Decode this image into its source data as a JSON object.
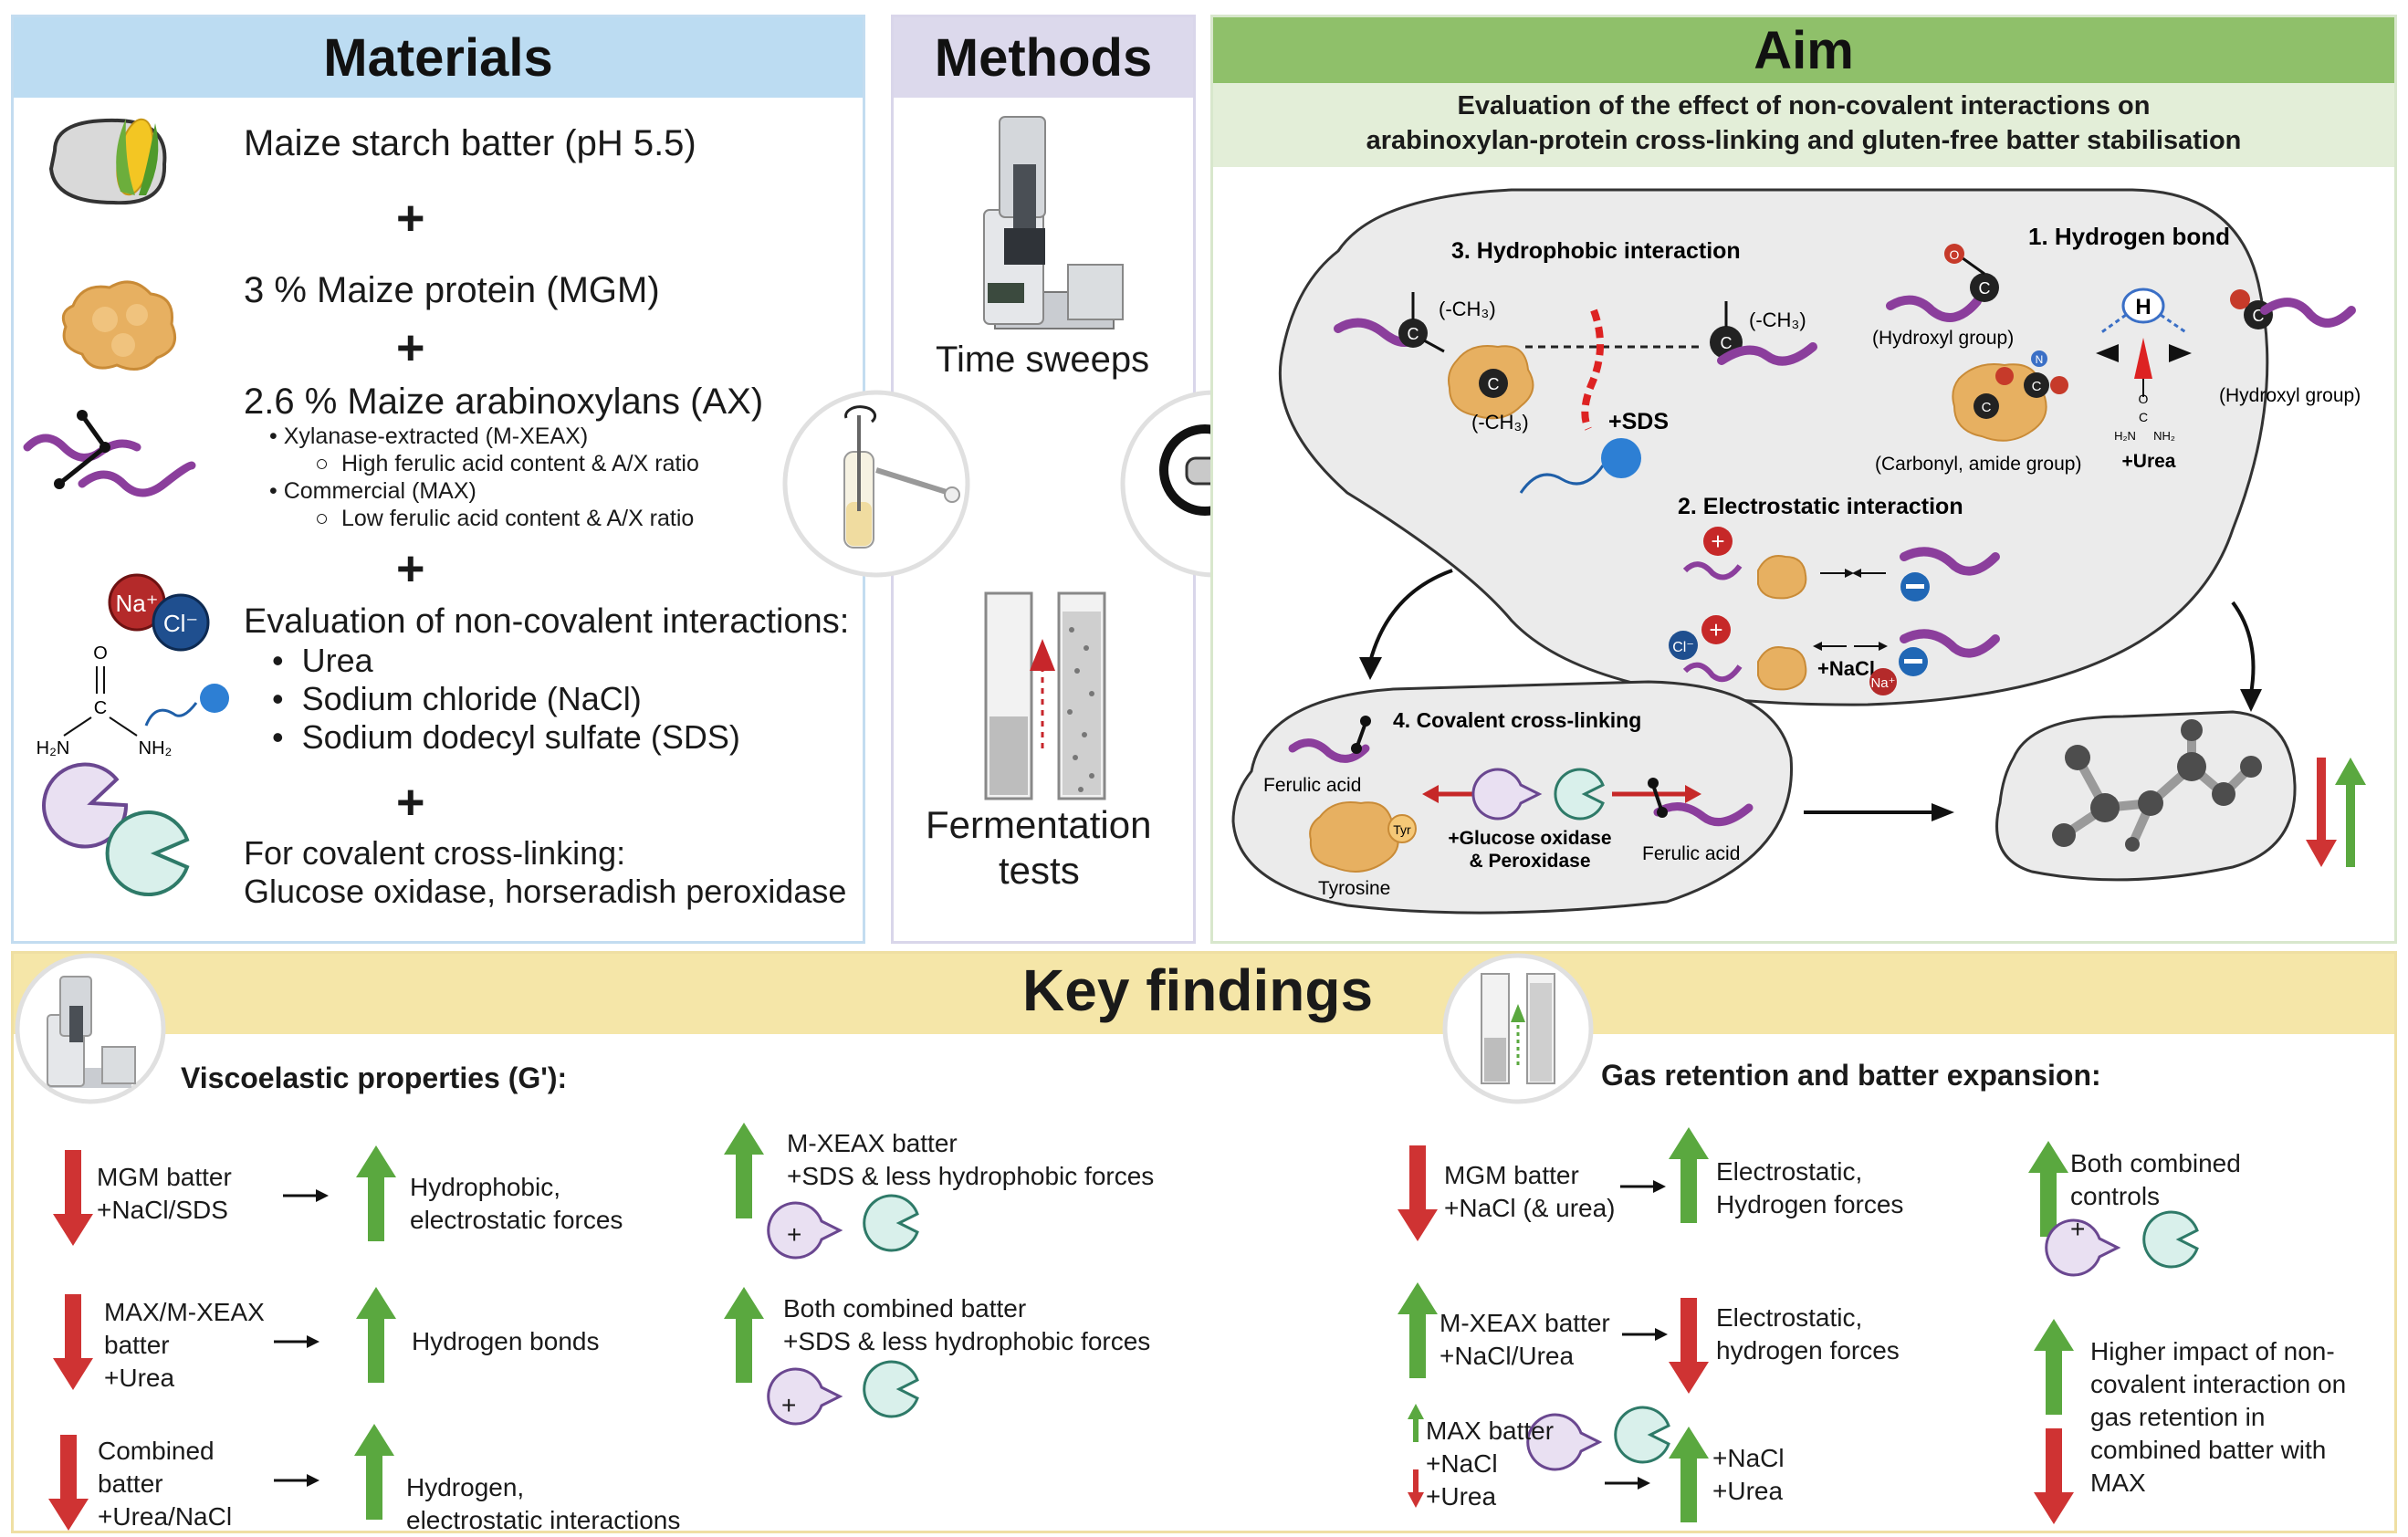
{
  "materials": {
    "header": "Materials",
    "item1": "Maize starch batter (pH 5.5)",
    "item2": "3 % Maize protein (MGM)",
    "item3": "2.6 % Maize arabinoxylans (AX)",
    "ax_sub1": "Xylanase-extracted (M-XEAX)",
    "ax_sub1_detail": "High ferulic acid content & A/X ratio",
    "ax_sub2": "Commercial (MAX)",
    "ax_sub2_detail": "Low ferulic acid content & A/X ratio",
    "item4": "Evaluation of non-covalent interactions:",
    "item4_list": [
      "Urea",
      "Sodium chloride (NaCl)",
      "Sodium dodecyl sulfate (SDS)"
    ],
    "item5": "For covalent cross-linking:",
    "item5_detail": "Glucose oxidase, horseradish peroxidase",
    "plus": "+",
    "na": "Na⁺",
    "cl": "Cl⁻",
    "urea_o": "O",
    "urea_c": "C",
    "urea_h2n": "H₂N",
    "urea_nh2": "NH₂"
  },
  "methods": {
    "header": "Methods",
    "time_sweeps": "Time sweeps",
    "fermentation_line1": "Fermentation",
    "fermentation_line2": "tests"
  },
  "aim": {
    "header": "Aim",
    "subtitle_line1": "Evaluation of the effect of non-covalent interactions on",
    "subtitle_line2": "arabinoxylan-protein cross-linking and gluten-free batter stabilisation",
    "hydrophobic_title": "3. Hydrophobic interaction",
    "ch3_a": "(-CH₃)",
    "ch3_b": "(-CH₃)",
    "ch3_c": "(-CH₃)",
    "sds": "+SDS",
    "hbond_title": "1.  Hydrogen bond",
    "hydroxyl_a": "(Hydroxyl group)",
    "hydroxyl_b": "(Hydroxyl group)",
    "carbonyl": "(Carbonyl, amide group)",
    "h_label": "H",
    "urea_label": "+Urea",
    "electro_title": "2. Electrostatic interaction",
    "nacl": "+NaCl",
    "covalent_title": "4. Covalent cross-linking",
    "ferulic_a": "Ferulic acid",
    "ferulic_b": "Ferulic acid",
    "tyrosine": "Tyrosine",
    "tyr": "Tyr",
    "enzymes_line1": "+Glucose oxidase",
    "enzymes_line2": "& Peroxidase",
    "c_label": "C",
    "o_label": "O",
    "n_label": "N"
  },
  "key_findings": {
    "header": "Key findings",
    "visco_title": "Viscoelastic properties (G'):",
    "gas_title": "Gas retention and batter expansion:",
    "v1_left": [
      "MGM batter",
      "+NaCl/SDS"
    ],
    "v1_right": [
      "Hydrophobic,",
      "electrostatic forces"
    ],
    "v2_left": [
      "MAX/M-XEAX",
      "batter",
      "+Urea"
    ],
    "v2_right": [
      "Hydrogen bonds"
    ],
    "v3_left": [
      "Combined",
      "batter",
      "+Urea/NaCl"
    ],
    "v3_right": [
      "Hydrogen,",
      "electrostatic interactions"
    ],
    "v4": [
      "M-XEAX batter",
      "+SDS & less hydrophobic forces"
    ],
    "v5": [
      "Both combined batter",
      "+SDS & less hydrophobic forces"
    ],
    "g1_left": [
      "MGM batter",
      "+NaCl (& urea)"
    ],
    "g1_right": [
      "Electrostatic,",
      "Hydrogen forces"
    ],
    "g2_left": [
      "M-XEAX batter",
      "+NaCl/Urea"
    ],
    "g2_right": [
      "Electrostatic,",
      "hydrogen forces"
    ],
    "g3_left": [
      "MAX batter",
      "+NaCl",
      "+Urea"
    ],
    "g3_right": [
      "+NaCl",
      "+Urea"
    ],
    "g4": [
      "Both combined",
      "controls"
    ],
    "g5": [
      "Higher impact of non-",
      "covalent interaction on",
      "gas retention in",
      "combined batter with",
      "MAX"
    ],
    "plus": "+"
  },
  "colors": {
    "materials_header": "#bcdcf2",
    "methods_header": "#dcd9ec",
    "aim_header": "#8fc06a",
    "aim_sub": "#e3eed8",
    "findings_bg": "#f5e6a8",
    "up_arrow": "#5aa83f",
    "down_arrow": "#cf3333",
    "purple": "#8b3e9c"
  }
}
